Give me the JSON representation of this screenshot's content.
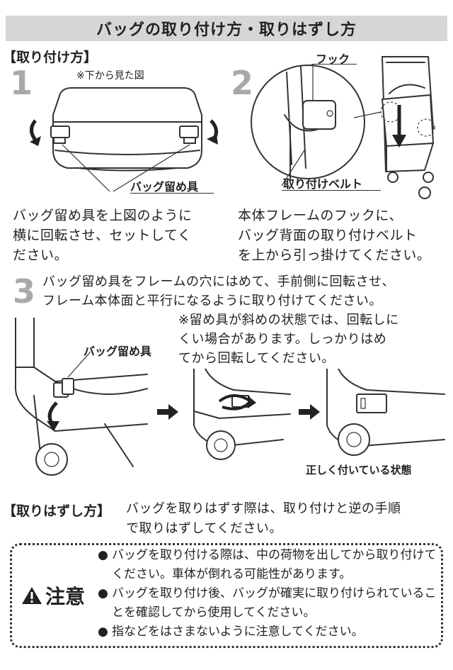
{
  "title": "バッグの取り付け方・取りはずし方",
  "attach": {
    "heading": "【取り付け方】",
    "step1": {
      "number": "1",
      "view_note": "※下から見た図",
      "callout": "バッグ留め具",
      "text": "バッグ留め具を上図のように\n横に回転させ、セットしてく\nださい。"
    },
    "step2": {
      "number": "2",
      "hook_label": "フック",
      "belt_label": "取り付けベルト",
      "text": "本体フレームのフックに、\nバッグ背面の取り付けベルト\nを上から引っ掛けてください。"
    },
    "step3": {
      "number": "3",
      "text": "バッグ留め具をフレームの穴にはめて、手前側に回転させ、\nフレーム本体面と平行になるように取り付けてください。",
      "note": "※留め具が斜めの状態では、回転しに\nくい場合があります。しっかりはめ\nてから回転してください。",
      "callout": "バッグ留め具",
      "correct_label": "正しく付いている状態"
    }
  },
  "detach": {
    "heading": "【取りはずし方】",
    "text": "バッグを取りはずす際は、取り付けと逆の手順\nで取りはずしてください。"
  },
  "caution": {
    "title": "注意",
    "icon": "warning-triangle-icon",
    "items": [
      "バッグを取り付ける際は、中の荷物を出してから取り付けてください。車体が倒れる可能性があります。",
      "バッグを取り付け後、バッグが確実に取り付けられていることを確認してから使用してください。",
      "指などをはさまないように注意してください。"
    ]
  }
}
